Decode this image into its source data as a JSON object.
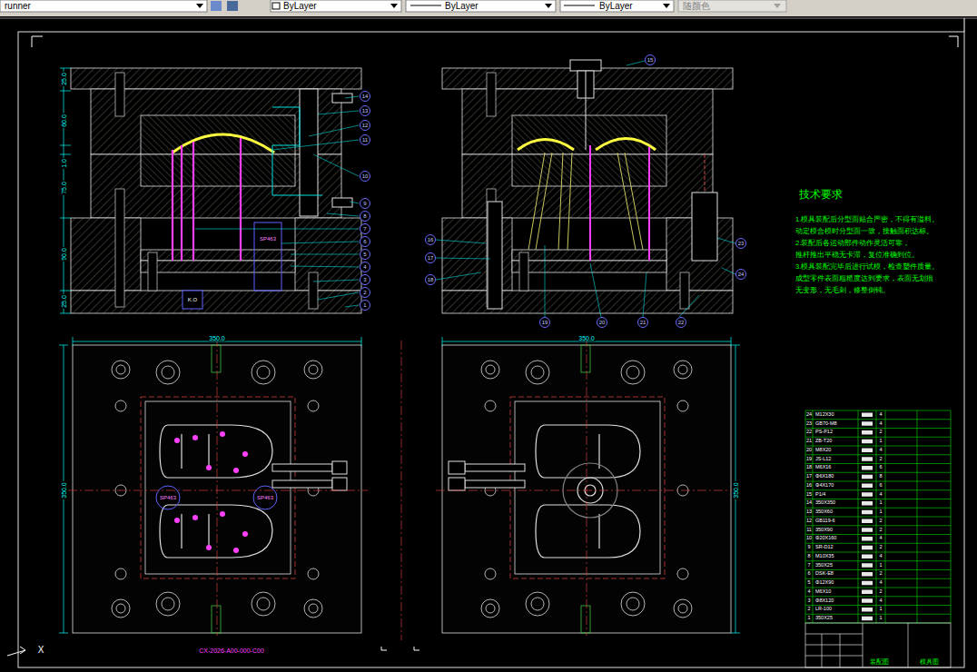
{
  "diagram": {
    "nodes": [
      {
        "text": [
          "14"
        ]
      },
      {
        "text": [
          "13"
        ]
      },
      {
        "text": [
          "12"
        ]
      },
      {
        "text": [
          "11"
        ]
      },
      {
        "text": [
          "10"
        ]
      },
      {
        "text": [
          "9"
        ]
      },
      {
        "text": [
          "8"
        ]
      },
      {
        "text": [
          "7"
        ]
      },
      {
        "text": [
          "6"
        ]
      },
      {
        "text": [
          "5"
        ]
      },
      {
        "text": [
          "4"
        ]
      },
      {
        "text": [
          "3"
        ]
      },
      {
        "text": [
          "2"
        ]
      },
      {
        "text": [
          "1"
        ]
      },
      {
        "text": [
          "15"
        ]
      },
      {
        "text": [
          "16"
        ]
      },
      {
        "text": [
          "17"
        ]
      },
      {
        "text": [
          "18"
        ]
      },
      {
        "text": [
          "19"
        ]
      },
      {
        "text": [
          "20"
        ]
      },
      {
        "text": [
          "21"
        ]
      },
      {
        "text": [
          "22"
        ]
      },
      {
        "text": [
          "23"
        ]
      },
      {
        "text": [
          "24"
        ]
      }
    ],
    "labels": [
      "runner",
      "ByLayer",
      "ByLayer",
      "ByLayer",
      "随颜色",
      "25.0",
      "60.0",
      "1.0",
      "75.0",
      "90.0",
      "25.0",
      "350.0",
      "350.0",
      "350.0",
      "350.0",
      "SP463",
      "K.O",
      "SP463",
      "SP463",
      "CX-2026-A00-000-C00",
      "技术要求",
      "1.模具装配后分型面贴合严密，不得有溢料。",
      "动定模合模时分型面一致，接触面积达标。",
      "2.装配后各运动部件动作灵活可靠，",
      "推杆推出平稳无卡滞，复位准确到位。",
      "3.模具装配完毕后进行试模，检查塑件质量。",
      "成型零件表面粗糙度达到要求，表面无划痕",
      "无变形，无毛刺，修整倒钝。",
      "24",
      "M12X30",
      "4",
      "23",
      "GB70-M8",
      "4",
      "22",
      "PS-P12",
      "2",
      "21",
      "ZB-T20",
      "1",
      "20",
      "M8X20",
      "4",
      "19",
      "JS-L12",
      "2",
      "18",
      "M6X16",
      "6",
      "17",
      "Φ6X180",
      "8",
      "16",
      "Φ4X170",
      "6",
      "15",
      "P1/4",
      "4",
      "14",
      "350X350",
      "1",
      "13",
      "350X60",
      "1",
      "12",
      "GB119-6",
      "2",
      "11",
      "350X90",
      "2",
      "10",
      "Φ20X160",
      "4",
      "9",
      "SR-D12",
      "2",
      "8",
      "M10X35",
      "4",
      "7",
      "350X25",
      "1",
      "6",
      "DSK-E8",
      "2",
      "5",
      "Φ12X90",
      "4",
      "4",
      "M6X10",
      "2",
      "3",
      "Φ8X120",
      "4",
      "2",
      "LR-100",
      "1",
      "1",
      "350X25",
      "1",
      "装配图",
      "模具图",
      "X"
    ]
  }
}
